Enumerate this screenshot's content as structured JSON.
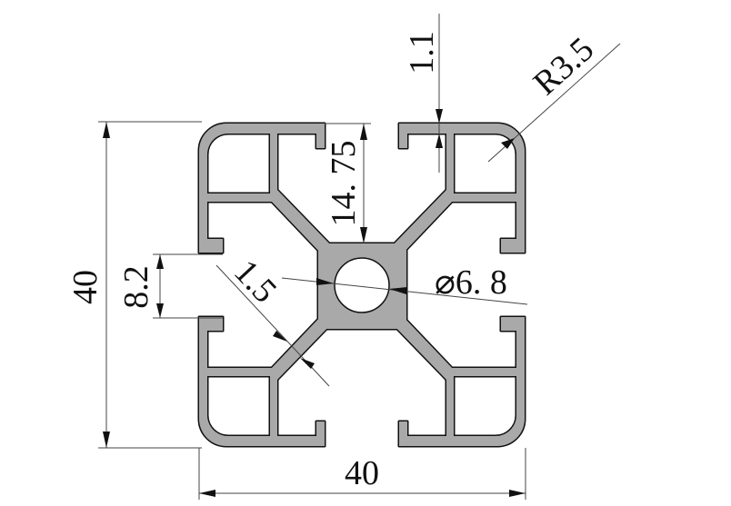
{
  "drawing": {
    "title": "Aluminum extrusion profile 40x40 cross-section",
    "colors": {
      "profile_fill": "#a9a9a9",
      "outline": "#111111",
      "dimension_line": "#444444",
      "background": "#ffffff"
    },
    "dimensions": {
      "overall_height": "40",
      "overall_width": "40",
      "slot_width": "8.2",
      "slot_depth": "14. 75",
      "lip_thickness": "1.1",
      "corner_radius": "R3.5",
      "wall_thickness": "1.5",
      "center_hole": "⌀6. 8"
    }
  }
}
